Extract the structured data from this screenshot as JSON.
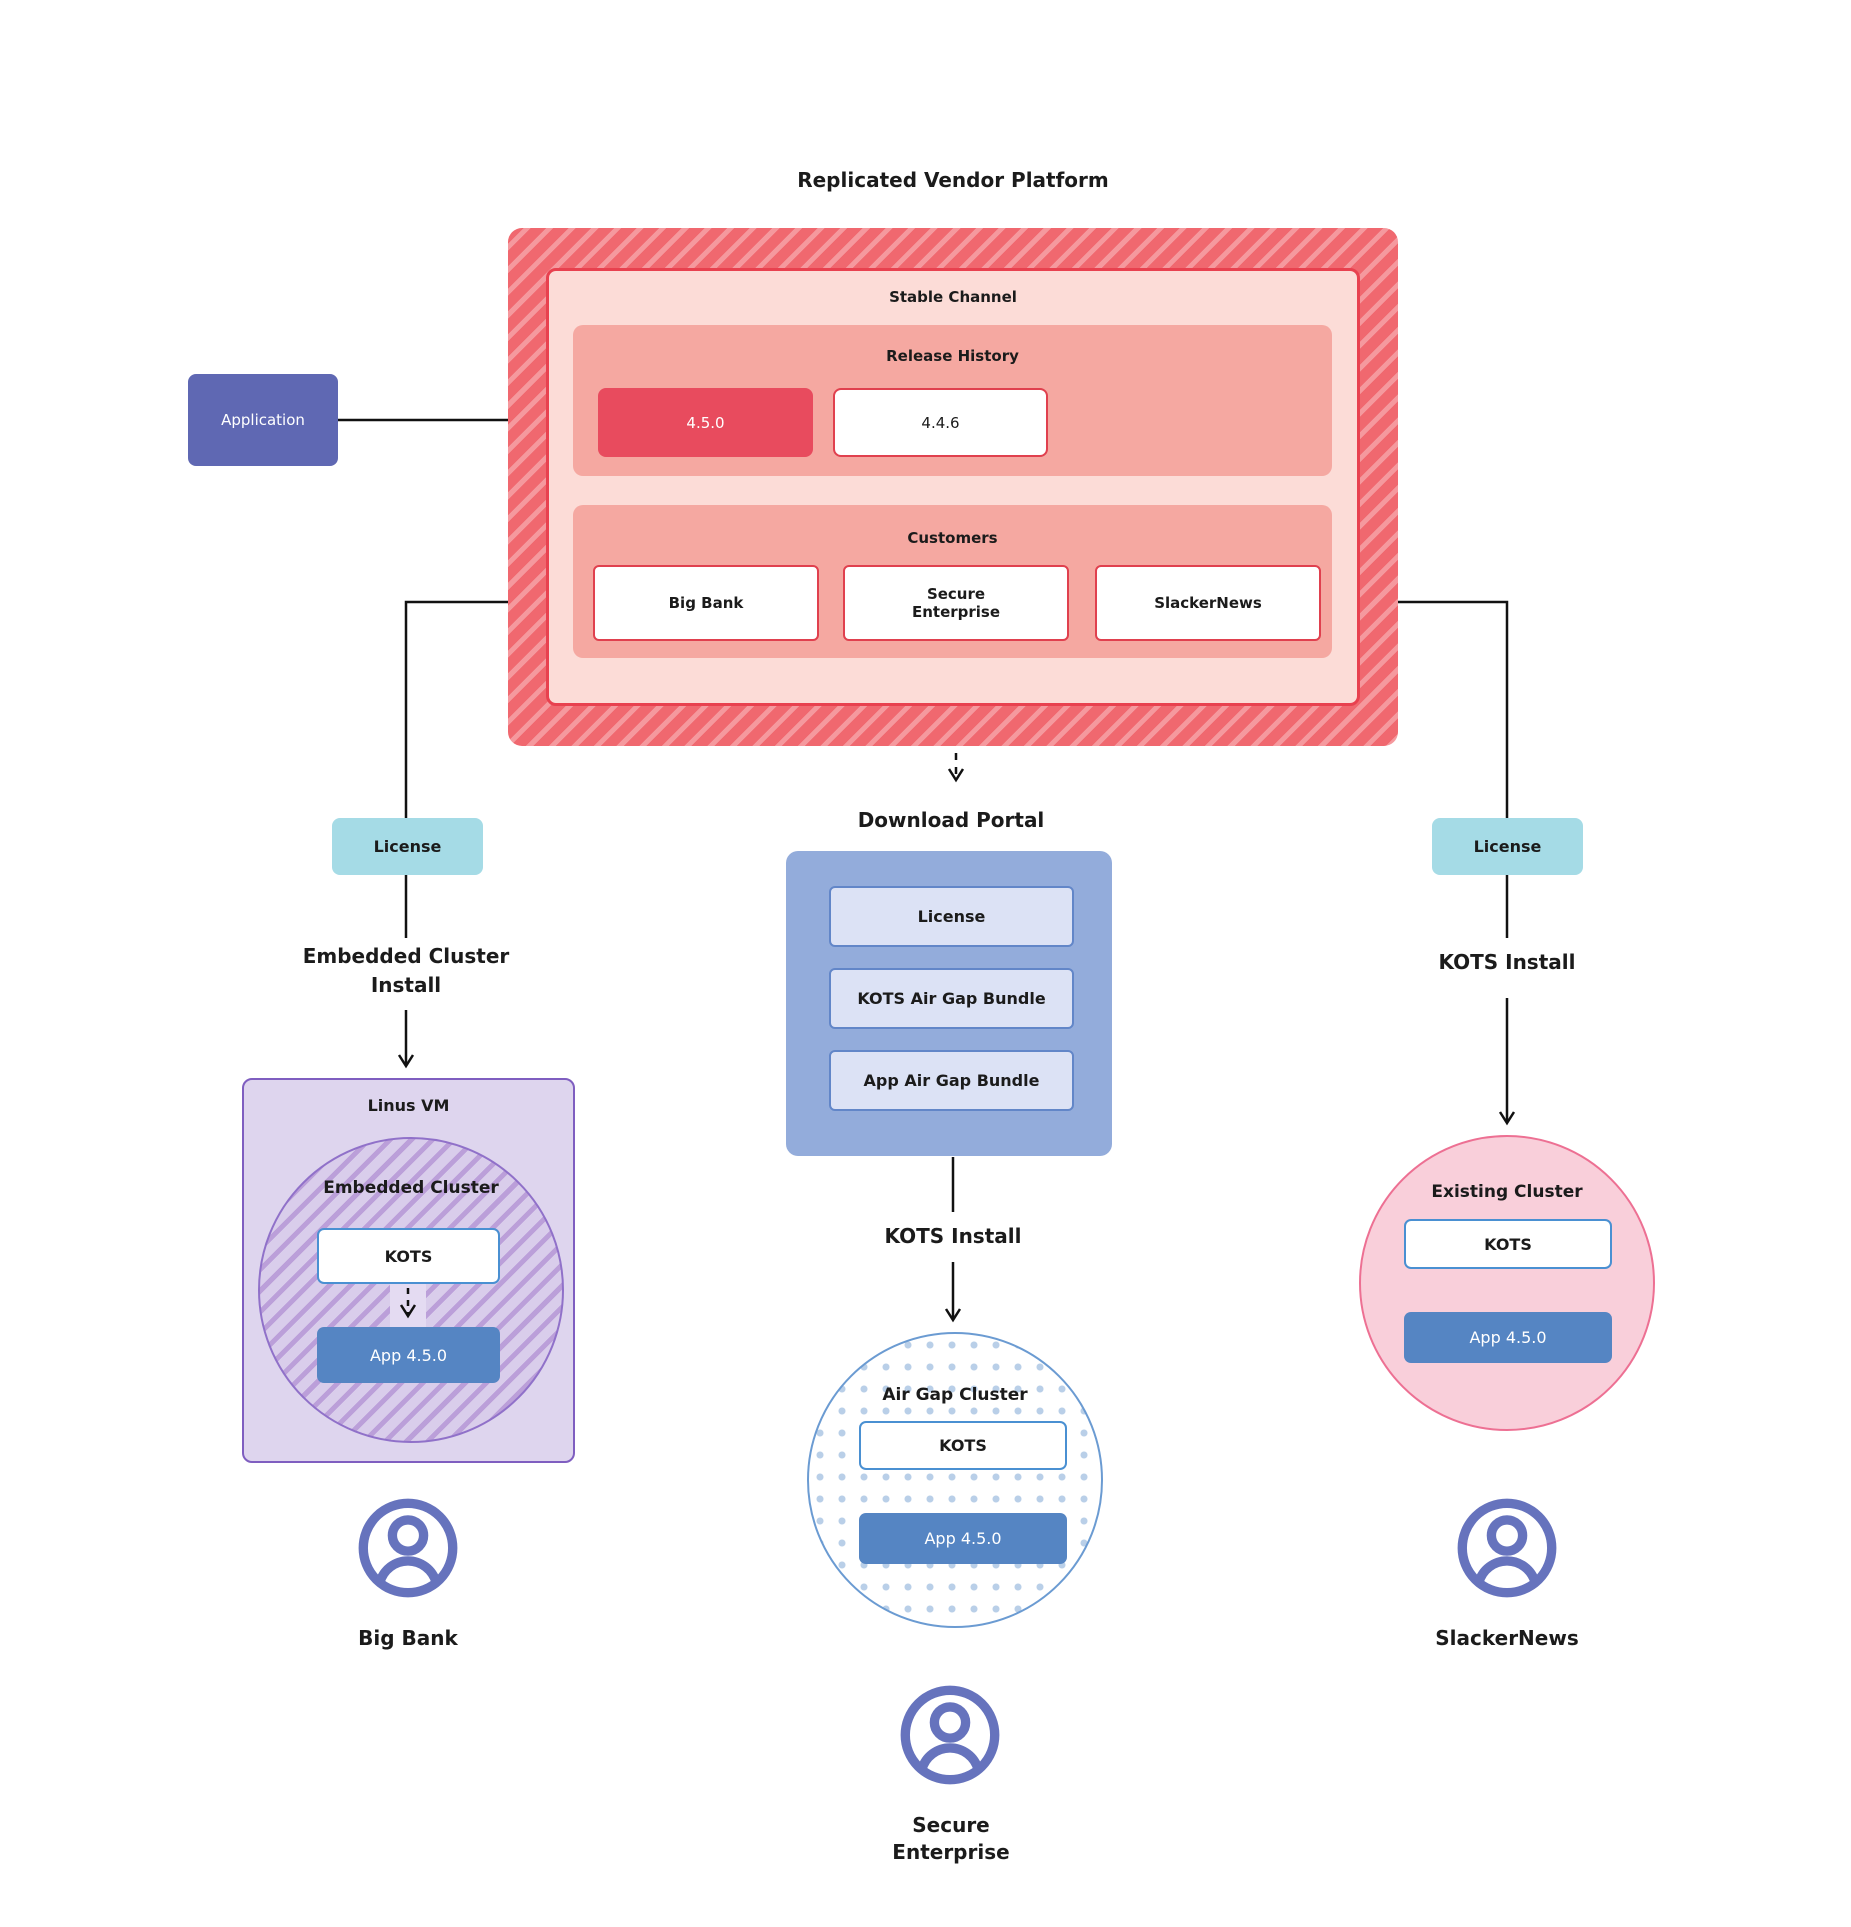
{
  "title": "Replicated Vendor Platform",
  "colors": {
    "hatch_red_base": "#f0686f",
    "hatch_red_stripe": "#f5999e",
    "channel_bg": "#fcdcd7",
    "channel_border": "#e8414f",
    "panel_bg": "#f5a8a1",
    "release_highlight_bg": "#e84b5e",
    "box_border_red": "#e0404e",
    "application_bg": "#5f68b3",
    "license_bg": "#a5dbe6",
    "portal_bg": "#93acdb",
    "portal_item_bg": "#dce2f5",
    "portal_item_border": "#6286c8",
    "app_box_bg": "#5585c3",
    "kots_box_border": "#4a90d2",
    "vm_bg": "#ded5ee",
    "vm_border": "#7f5ec0",
    "embedded_circle_stripe": "#bb9fd9",
    "air_gap_border": "#6b9bd2",
    "air_gap_dot": "#b9cfe8",
    "existing_bg": "#f9cfda",
    "existing_border": "#ed7093",
    "user_icon": "#6673bd",
    "connector": "#111111"
  },
  "platform": {
    "stable_channel_label": "Stable Channel",
    "release_history": {
      "label": "Release History",
      "releases": [
        {
          "version": "4.5.0"
        },
        {
          "version": "4.4.6"
        }
      ]
    },
    "customers": {
      "label": "Customers",
      "items": [
        {
          "name": "Big Bank"
        },
        {
          "name": "Secure Enterprise"
        },
        {
          "name": "SlackerNews"
        }
      ]
    }
  },
  "application_label": "Application",
  "left_branch": {
    "license_label": "License",
    "install_label": "Embedded Cluster Install",
    "vm_label": "Linus VM",
    "cluster_label": "Embedded Cluster",
    "kots_label": "KOTS",
    "app_label": "App 4.5.0",
    "user_label": "Big Bank"
  },
  "middle_branch": {
    "portal_title": "Download Portal",
    "portal_items": [
      {
        "label": "License"
      },
      {
        "label": "KOTS Air Gap Bundle"
      },
      {
        "label": "App Air Gap Bundle"
      }
    ],
    "install_label": "KOTS Install",
    "cluster_label": "Air Gap Cluster",
    "kots_label": "KOTS",
    "app_label": "App 4.5.0",
    "user_label": "Secure Enterprise"
  },
  "right_branch": {
    "license_label": "License",
    "install_label": "KOTS Install",
    "cluster_label": "Existing Cluster",
    "kots_label": "KOTS",
    "app_label": "App 4.5.0",
    "user_label": "SlackerNews"
  }
}
